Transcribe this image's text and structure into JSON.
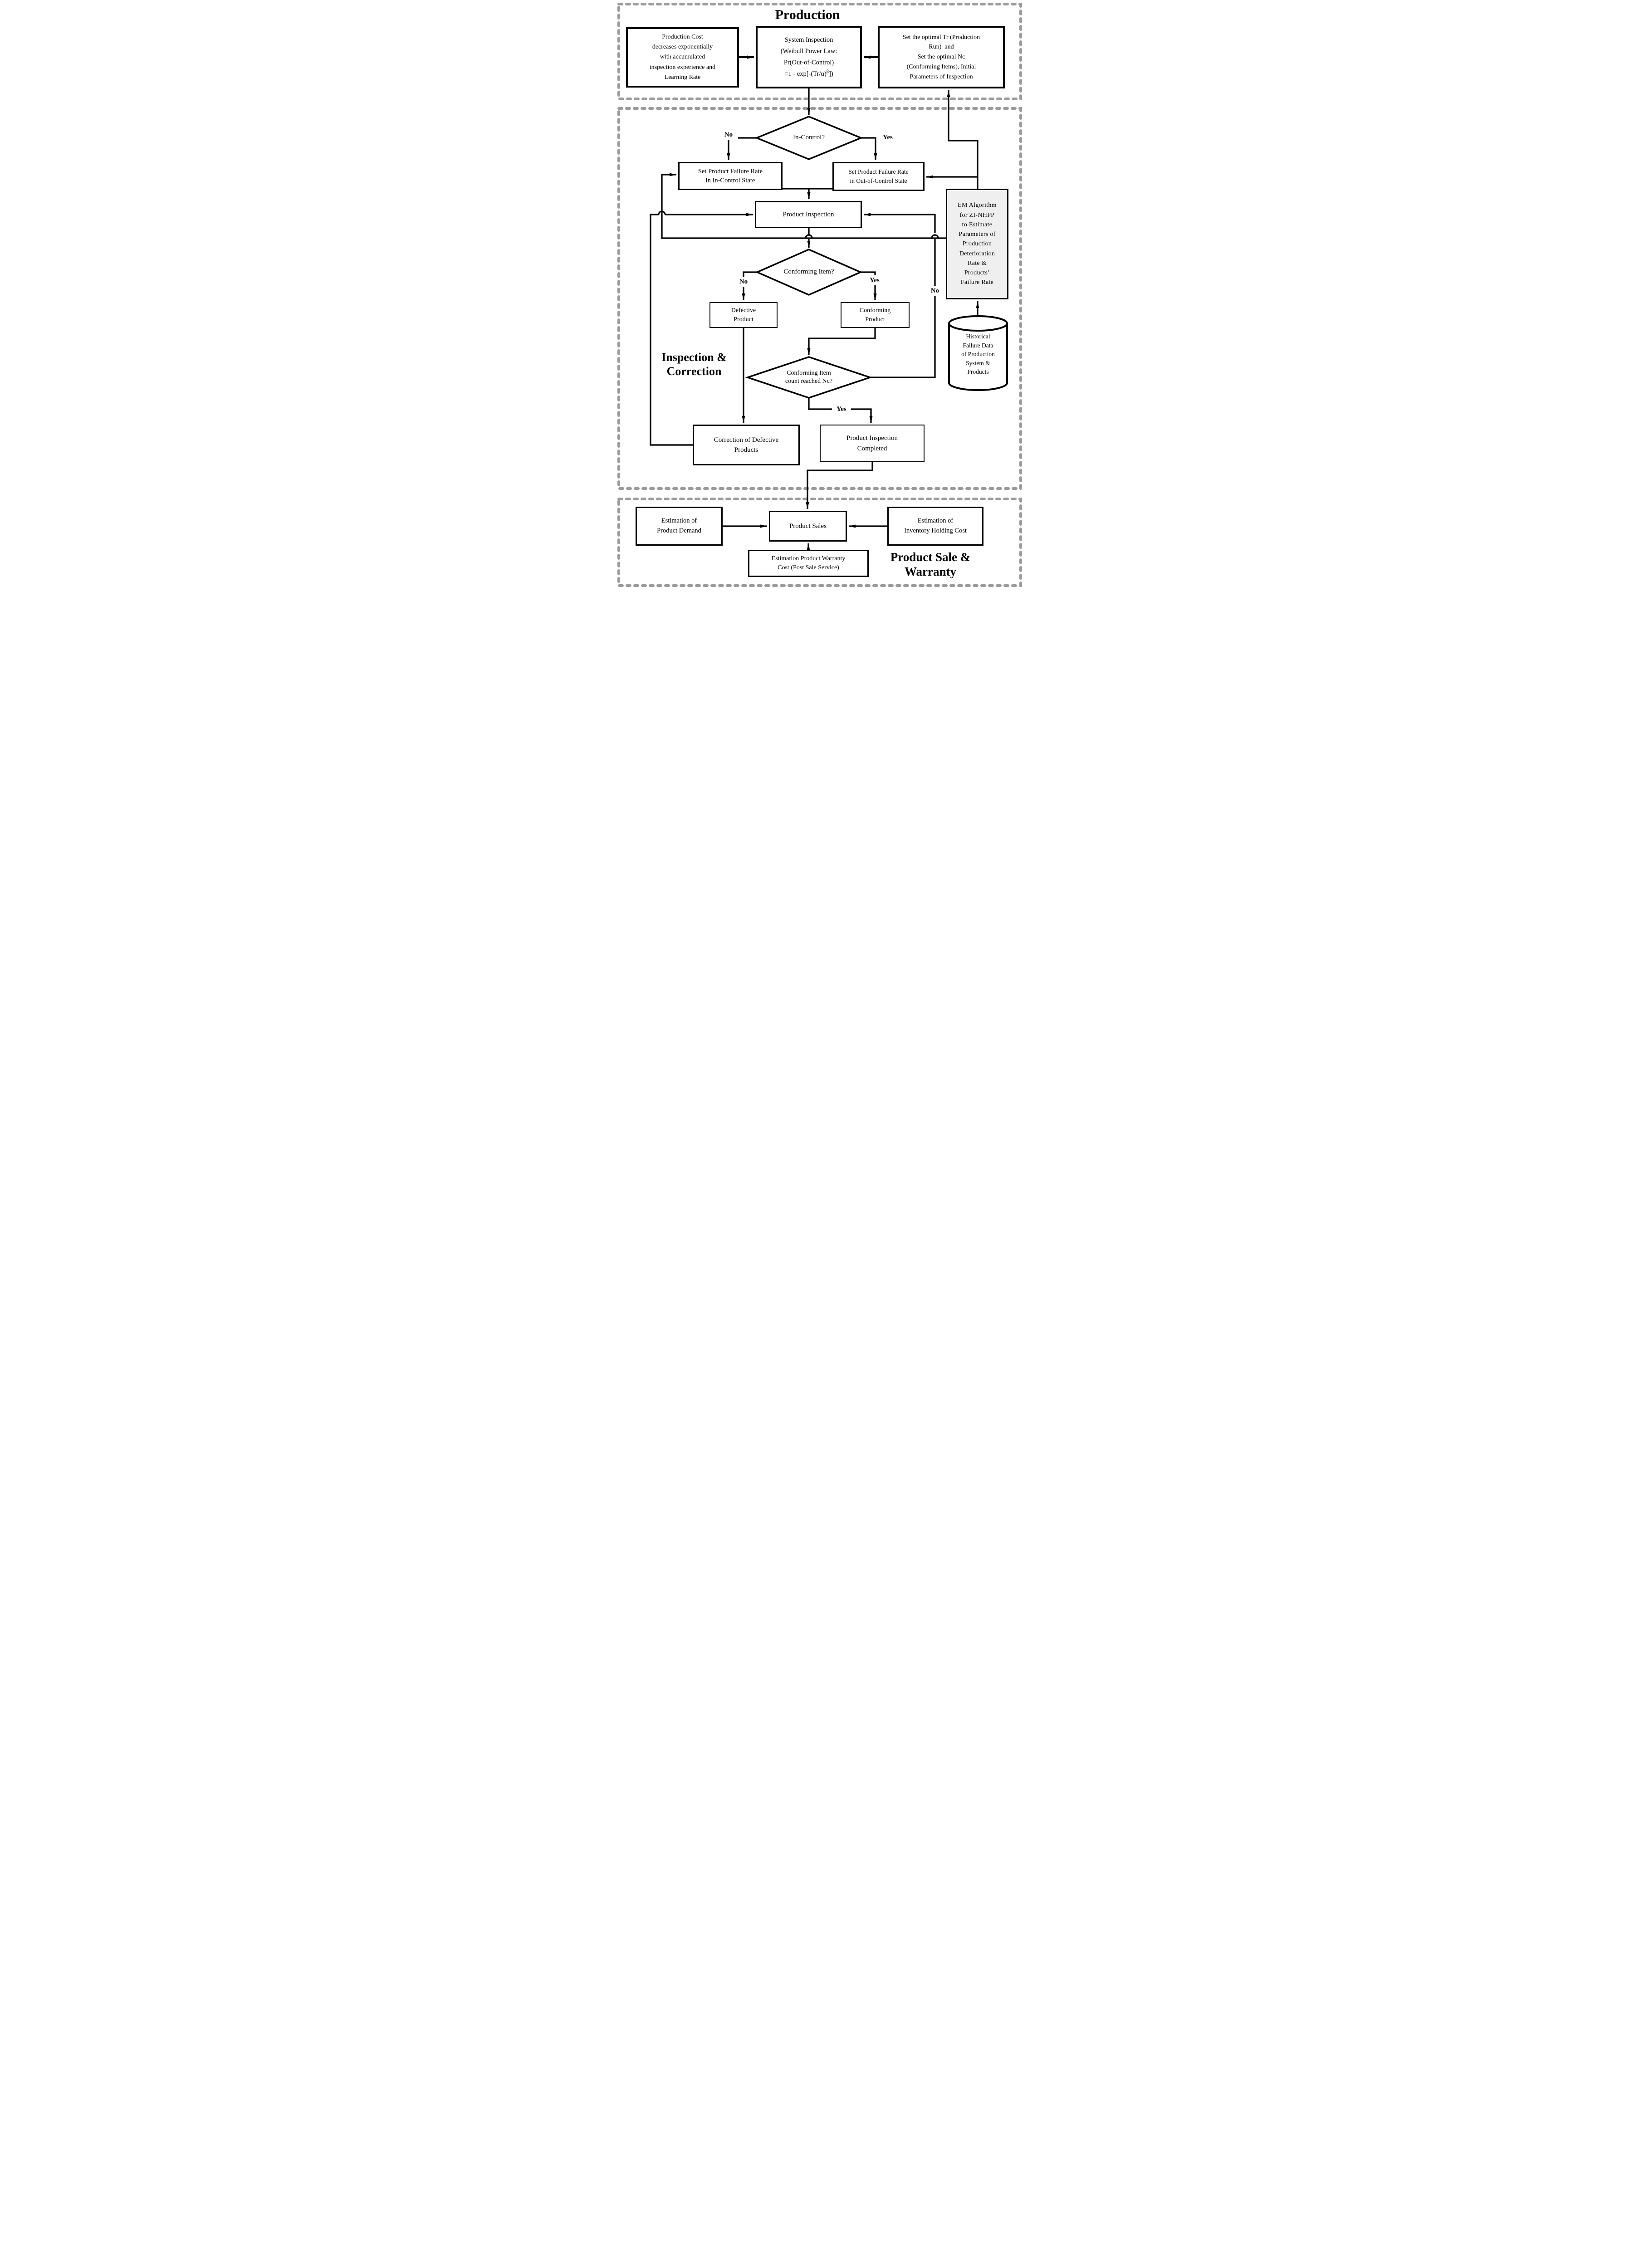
{
  "colors": {
    "line": "#000000",
    "dashed_border": "#9b9b9b",
    "em_fill": "#efefef",
    "node_fill": "#ffffff"
  },
  "sections": {
    "production": {
      "title": "Production"
    },
    "inspection": {
      "title_line1": "Inspection &",
      "title_line2": "Correction"
    },
    "sale": {
      "title_line1": "Product Sale &",
      "title_line2": "Warranty"
    }
  },
  "nodes": {
    "production_cost": {
      "lines": [
        "Production Cost",
        "decreases exponentially",
        "with accumulated",
        "inspection experience and",
        "Learning Rate"
      ]
    },
    "system_inspection": {
      "line1": "System Inspection",
      "line2": "(Weibull Power Law:",
      "line3": "Pr(Out-of-Control)",
      "formula_pre": "=1 - exp[-(Tr/α)",
      "formula_sup": "β",
      "formula_post": "])"
    },
    "set_optimal": {
      "lines": [
        "Set the optimal Tr (Production",
        "Run)  and",
        "Set the optimal Nc",
        "(Conforming Items), Initial",
        "Parameters of Inspection"
      ]
    },
    "in_control_q": {
      "label": "In-Control?"
    },
    "set_pfr_in": {
      "lines": [
        "Set Product Failure Rate",
        "in In-Control State"
      ]
    },
    "set_pfr_out": {
      "lines": [
        "Set Product Failure Rate",
        "in Out-of-Control State"
      ]
    },
    "product_inspection": {
      "label": "Product Inspection"
    },
    "conforming_q": {
      "label": "Conforming Item?"
    },
    "defective_product": {
      "lines": [
        "Defective",
        "Product"
      ]
    },
    "conforming_product": {
      "lines": [
        "Conforming",
        "Product"
      ]
    },
    "em_algorithm": {
      "lines": [
        "EM Algorithm",
        "for ZI-NHPP",
        "to Estimate",
        "Parameters of",
        "Production",
        "Deterioration",
        "Rate &",
        "Products’",
        "Failure Rate"
      ]
    },
    "historical_data": {
      "lines": [
        "Historical",
        "Failure Data",
        "of Production",
        "System &",
        "Products"
      ]
    },
    "nc_q": {
      "lines": [
        "Conforming Item",
        "count reached Nc?"
      ]
    },
    "correction": {
      "lines": [
        "Correction of Defective",
        "Products"
      ]
    },
    "inspection_completed": {
      "lines": [
        "Product Inspection",
        "Completed"
      ]
    },
    "demand": {
      "lines": [
        "Estimation of",
        "Product Demand"
      ]
    },
    "product_sales": {
      "label": "Product Sales"
    },
    "inventory": {
      "lines": [
        "Estimation of",
        "Inventory Holding Cost"
      ]
    },
    "warranty": {
      "lines": [
        "Estimation Product Warranty",
        "Cost (Post Sale Service)"
      ]
    }
  },
  "branch_labels": {
    "in_control_no": "No",
    "in_control_yes": "Yes",
    "conforming_no": "No",
    "conforming_yes": "Yes",
    "nc_no": "No",
    "nc_yes": "Yes"
  }
}
